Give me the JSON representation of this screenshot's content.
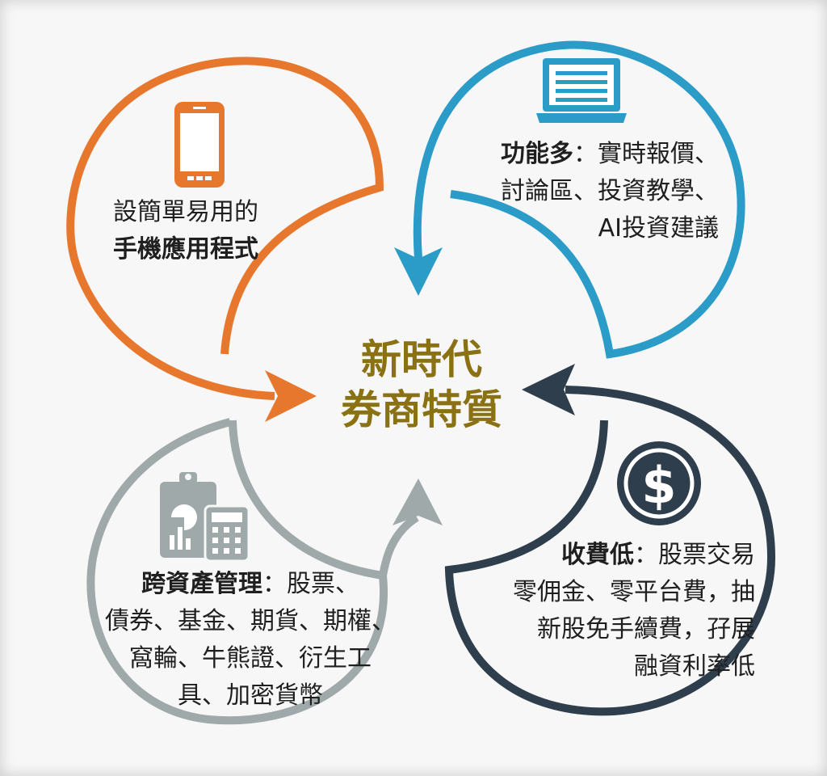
{
  "title": {
    "line1": "新時代",
    "line2": "券商特質"
  },
  "features": {
    "app": {
      "line1": "設簡單易用的",
      "line2_bold": "手機應用程式",
      "color": "#e8772e",
      "icon": "smartphone-icon"
    },
    "functions": {
      "label_bold": "功能多",
      "line1": "：實時報價、",
      "line2": "討論區、投資教學、",
      "line3": "AI投資建議",
      "color": "#2b9cc8",
      "icon": "laptop-icon"
    },
    "fees": {
      "label_bold": "收費低",
      "line1": "：股票交易",
      "line2": "零佣金、零平台費，抽",
      "line3": "新股免手續費，孖展",
      "line4": "融資利率低",
      "color": "#2f3e4d",
      "icon": "dollar-coin-icon"
    },
    "assets": {
      "label_bold": "跨資產管理",
      "line1": "：股票、",
      "line2": "債券、基金、期貨、期權、",
      "line3": "窩輪、牛熊證、衍生工",
      "line4": "具、加密貨幣",
      "color": "#9fa9a9",
      "icon": "clipboard-calculator-icon"
    }
  }
}
